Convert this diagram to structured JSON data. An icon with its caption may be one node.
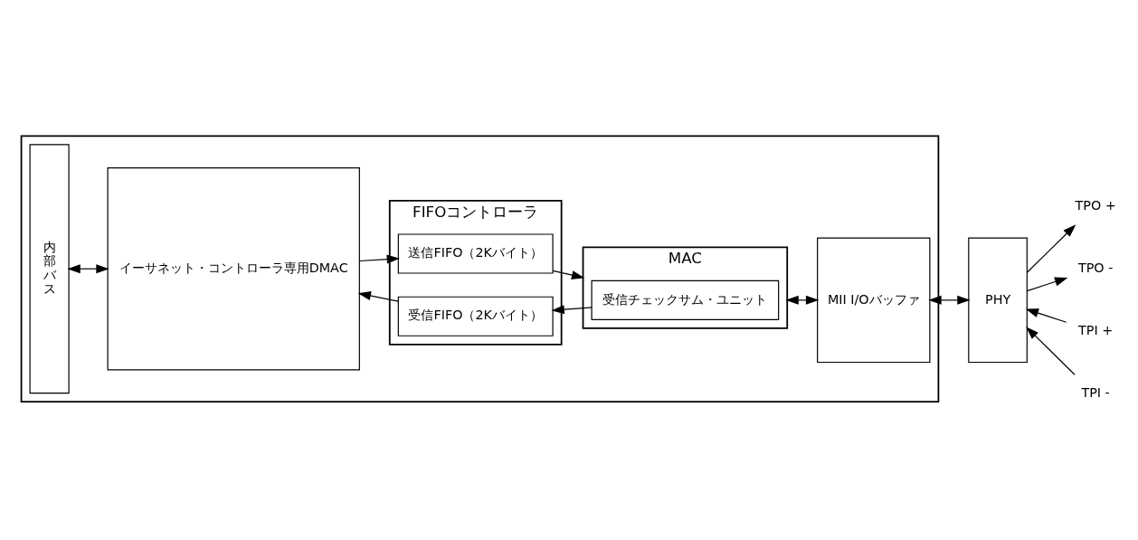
{
  "diagram": {
    "nodes": [
      {
        "text": [],
        "shape": "box"
      },
      {
        "text": [
          "内部バス"
        ],
        "in": 0
      },
      {
        "text": [
          "イーサネット・コントローラ専用DMAC"
        ],
        "in": 0
      },
      {
        "text": [
          "FIFOコントローラ"
        ],
        "in": 0
      },
      {
        "text": [
          "送信FIFO（2Kバイト）"
        ],
        "in": 3
      },
      {
        "text": [
          "受信FIFO（2Kバイト）"
        ],
        "in": 3
      },
      {
        "text": [
          "MAC"
        ],
        "in": 0
      },
      {
        "text": [
          "受信チェックサム・ユニット"
        ],
        "in": 6
      },
      {
        "text": [
          "MII I/Oバッファ"
        ],
        "in": 0
      },
      {
        "text": [
          "PHY"
        ]
      },
      {
        "text": [
          "TPO +"
        ]
      },
      {
        "text": [
          "TPO -"
        ]
      },
      {
        "text": [
          "TPI +"
        ]
      },
      {
        "text": [
          "TPI -"
        ]
      }
    ],
    "edges": [
      {
        "from": 1,
        "to": 2,
        "arrow": "both"
      },
      {
        "from": 2,
        "to": 4,
        "arrow": "to"
      },
      {
        "from": 4,
        "to": 6,
        "arrow": "to"
      },
      {
        "from": 7,
        "to": 5,
        "arrow": "to"
      },
      {
        "from": 5,
        "to": 2,
        "arrow": "to"
      },
      {
        "from": 6,
        "to": 8,
        "arrow": "both"
      },
      {
        "from": 8,
        "to": 9,
        "arrow": "both"
      },
      {
        "from": 9,
        "to": 10,
        "arrow": "to"
      },
      {
        "from": 9,
        "to": 11,
        "arrow": "to"
      },
      {
        "from": 12,
        "to": 9,
        "arrow": "to"
      },
      {
        "from": 13,
        "to": 9,
        "arrow": "to"
      }
    ]
  }
}
